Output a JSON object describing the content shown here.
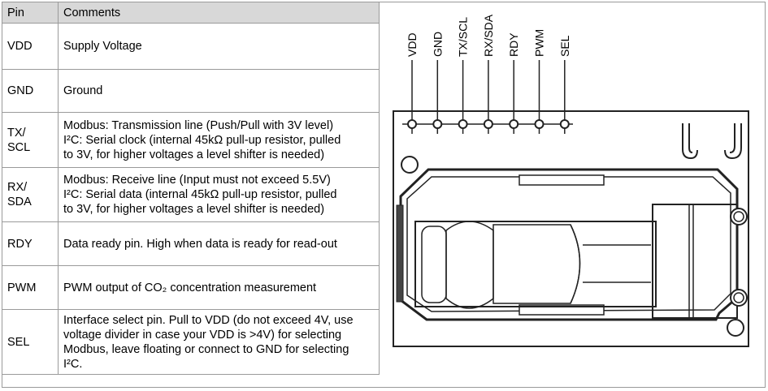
{
  "table": {
    "headers": {
      "pin": "Pin",
      "comments": "Comments"
    },
    "rows": [
      {
        "pin_lines": [
          "VDD"
        ],
        "comment_lines": [
          "Supply Voltage"
        ]
      },
      {
        "pin_lines": [
          "GND"
        ],
        "comment_lines": [
          "Ground"
        ]
      },
      {
        "pin_lines": [
          "TX/",
          "SCL"
        ],
        "comment_lines": [
          "Modbus: Transmission line (Push/Pull with 3V level)",
          "I²C: Serial clock (internal 45kΩ pull-up resistor, pulled",
          "to 3V, for higher voltages a level shifter is needed)"
        ]
      },
      {
        "pin_lines": [
          "RX/",
          "SDA"
        ],
        "comment_lines": [
          "Modbus: Receive line (Input must not exceed 5.5V)",
          "I²C: Serial data (internal 45kΩ pull-up resistor, pulled",
          "to 3V, for higher voltages a level shifter is needed)"
        ]
      },
      {
        "pin_lines": [
          "RDY"
        ],
        "comment_lines": [
          "Data ready pin. High when data is ready for read-out"
        ]
      },
      {
        "pin_lines": [
          "PWM"
        ],
        "comment_lines": [
          "PWM output of CO₂ concentration measurement"
        ]
      },
      {
        "pin_lines": [
          "SEL"
        ],
        "comment_lines": [
          "Interface select pin. Pull to VDD (do not exceed 4V, use",
          "voltage divider in case your VDD is >4V) for selecting",
          "Modbus, leave floating or connect to GND for selecting",
          "I²C."
        ]
      }
    ]
  },
  "diagram": {
    "pin_labels": [
      "VDD",
      "GND",
      "TX/SCL",
      "RX/SDA",
      "RDY",
      "PWM",
      "SEL"
    ]
  }
}
